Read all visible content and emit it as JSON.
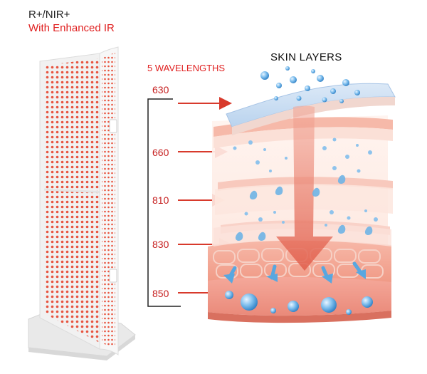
{
  "header": {
    "title": "R+/NIR+",
    "subtitle": "With Enhanced IR"
  },
  "wavelengths": {
    "title": "5 WAVELENGTHS",
    "items": [
      "630",
      "660",
      "810",
      "830",
      "850"
    ]
  },
  "skin": {
    "title": "SKIN LAYERS"
  },
  "colors": {
    "accent_red": "#e02020",
    "label_red": "#c62020",
    "panel_frame": "#eeeeee",
    "led": "#e8543f",
    "arrow": "#d83a2c",
    "skin_pink": "#f6c7bf",
    "water_blue": "#58a7e0"
  }
}
